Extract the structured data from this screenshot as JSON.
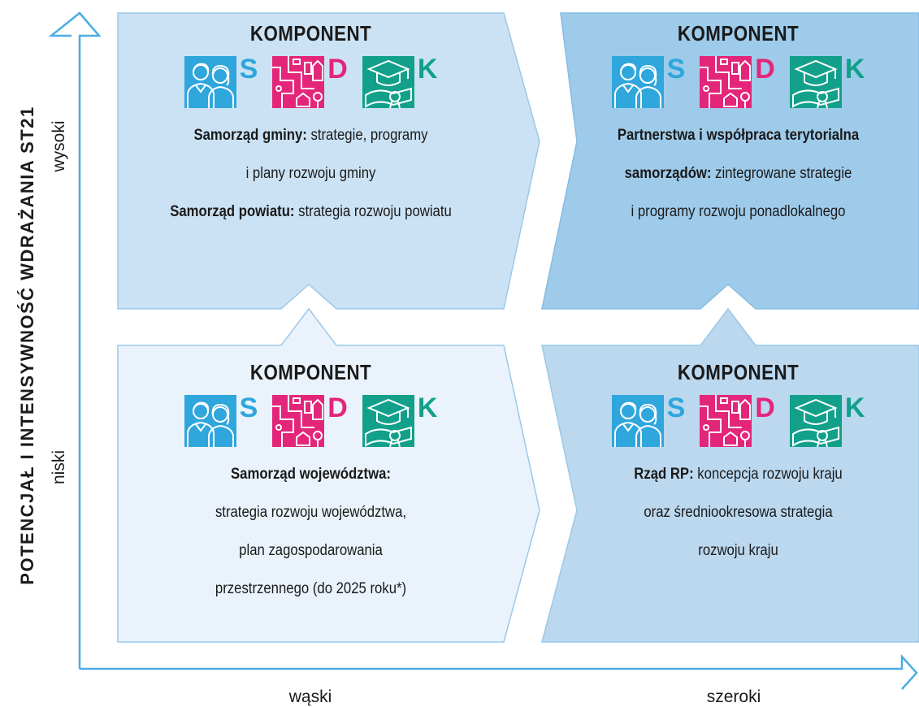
{
  "axes": {
    "y_title": "POTENCJAŁ I INTENSYWNOŚĆ WDRAŻANIA ST21",
    "y_high": "wysoki",
    "y_low": "niski",
    "x_narrow": "wąski",
    "x_wide": "szeroki"
  },
  "component_letters": {
    "s": {
      "letter": "S",
      "color": "#2fa6dc"
    },
    "d": {
      "letter": "D",
      "color": "#e3267a"
    },
    "k": {
      "letter": "K",
      "color": "#12a08a"
    }
  },
  "colors": {
    "axis": "#4aaee0",
    "tl_fill": "#cbe2f4",
    "tr_fill": "#9fcbea",
    "bl_fill": "#eaf3fb",
    "br_fill": "#bbd8ef",
    "edge": "#9cc8e8"
  },
  "quadrants": {
    "tl": {
      "title": "KOMPONENT",
      "lines": [
        {
          "bold": "Samorząd gminy:",
          "text": " strategie, programy"
        },
        {
          "bold": "",
          "text": "i plany rozwoju gminy"
        },
        {
          "bold": "Samorząd powiatu:",
          "text": " strategia rozwoju powiatu"
        }
      ]
    },
    "tr": {
      "title": "KOMPONENT",
      "lines": [
        {
          "bold": "Partnerstwa i współpraca terytorialna",
          "text": ""
        },
        {
          "bold": "samorządów:",
          "text": " zintegrowane strategie"
        },
        {
          "bold": "",
          "text": "i programy rozwoju ponadlokalnego"
        }
      ]
    },
    "bl": {
      "title": "KOMPONENT",
      "lines": [
        {
          "bold": "Samorząd województwa:",
          "text": ""
        },
        {
          "bold": "",
          "text": "strategia rozwoju województwa,"
        },
        {
          "bold": "",
          "text": "plan zagospodarowania"
        },
        {
          "bold": "",
          "text": "przestrzennego (do 2025 roku*)"
        }
      ]
    },
    "br": {
      "title": "KOMPONENT",
      "lines": [
        {
          "bold": "Rząd RP:",
          "text": " koncepcja rozwoju kraju"
        },
        {
          "bold": "",
          "text": "oraz średniookresowa strategia"
        },
        {
          "bold": "",
          "text": "rozwoju kraju"
        }
      ]
    }
  }
}
